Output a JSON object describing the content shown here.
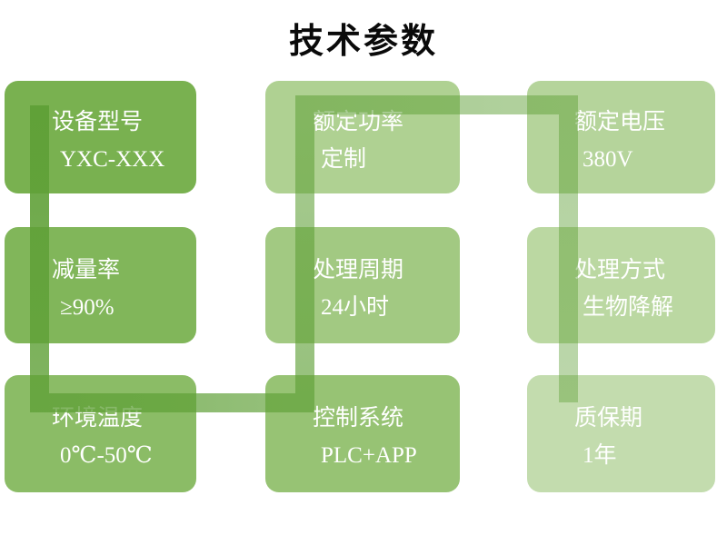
{
  "title": "技术参数",
  "cards": [
    {
      "label": "设备型号",
      "value": "YXC-XXX",
      "fill": "#79B150"
    },
    {
      "label": "额定功率",
      "value": "定制",
      "fill": "#AFD192"
    },
    {
      "label": "额定电压",
      "value": "380V",
      "fill": "#B5D49B"
    },
    {
      "label": "减量率",
      "value": "≥90%",
      "fill": "#81B65A"
    },
    {
      "label": "处理周期",
      "value": "24小时",
      "fill": "#A2C982"
    },
    {
      "label": "处理方式",
      "value": "生物降解",
      "fill": "#BBD8A2"
    },
    {
      "label": "环境温度",
      "value": "0℃-50℃",
      "fill": "#8BBC66"
    },
    {
      "label": "控制系统",
      "value": "PLC+APP",
      "fill": "#97C374"
    },
    {
      "label": "质保期",
      "value": "1年",
      "fill": "#C3DCAE"
    }
  ],
  "connector": {
    "color": "#5FA037",
    "path": "serpentine: down column 1, right along row 3, up column 2, right along row 1, down column 3"
  },
  "text_color": "#FFFFFF",
  "title_color": "#0A0A0A",
  "background_color": "#FFFFFF"
}
